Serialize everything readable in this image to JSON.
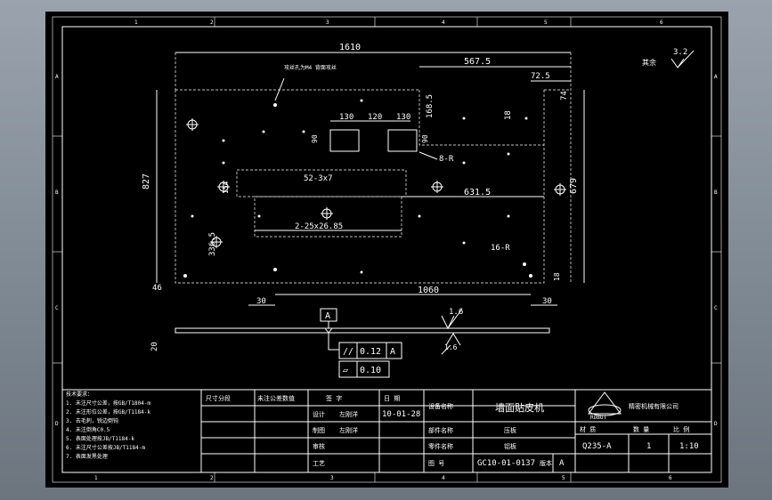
{
  "colors": {
    "background": "#000000",
    "lines": "#ffffff",
    "accent_text": "#ffff66",
    "frame_bg": "#8a939c"
  },
  "grid_columns": [
    "1",
    "2",
    "3",
    "4",
    "5",
    "6"
  ],
  "grid_rows": [
    "A",
    "B",
    "C",
    "D"
  ],
  "roughness": {
    "label": "其余",
    "value": "3.2"
  },
  "dimensions": {
    "overall_width": "1610",
    "d567": "567.5",
    "d72": "72.5",
    "d74": "74",
    "d18a": "18",
    "d168": "168.5",
    "d130a": "130",
    "d120": "120",
    "d130b": "130",
    "d90a": "90",
    "d90b": "90",
    "holes_8": "8-R",
    "overall_height": "827",
    "d679": "679",
    "slots_52": "52-3x7",
    "d154": "154",
    "d631": "631.5",
    "slots_2": "2-25x26.85",
    "d336": "336.5",
    "holes_16": "16-R",
    "d18b": "18",
    "d46": "46",
    "d1060": "1060",
    "d30a": "30",
    "d30b": "30",
    "d20": "20",
    "d16": "1.6",
    "d16b": "1.6"
  },
  "note_holes": "攻丝孔为M4\n背面攻丝",
  "datum": "A",
  "tolerances": [
    {
      "symbol": "//",
      "value": "0.12",
      "datum": "A"
    },
    {
      "symbol": "▱",
      "value": "0.10",
      "datum": ""
    }
  ],
  "tech_notes": [
    "技术要求：",
    "1. 未注尺寸公差，按GB/T1804-m",
    "2. 未注形位公差，按GB/T1184-k",
    "3. 去毛刺，锐边倒钝",
    "4. 未注倒角C0.5",
    "5. 表面处理按JB/T1184-k",
    "6. 未注尺寸公差按JB/T1184-m",
    "7. 表面发黑处理"
  ],
  "title_block": {
    "col_size_range": "尺寸分段",
    "col_tolerance": "未注公差数值",
    "sign_header": "签 字",
    "date_header": "日 期",
    "design": "设计",
    "design_name": "左刚洋",
    "date": "10-01-28",
    "drawing": "制图",
    "drawing_name": "左刚洋",
    "review": "审核",
    "approve": "工艺",
    "equipment_label": "设备名称",
    "product_name": "墙面贴皮机",
    "part_label": "部件名称",
    "part_value": "压板",
    "part_type_label": "零件名称",
    "part_type": "铝板",
    "number_label": "图 号",
    "drawing_number": "GC10-01-0137",
    "version_label": "版本",
    "version": "A",
    "material_label": "材 质",
    "material": "Q235-A",
    "qty_label": "数 量",
    "qty": "1",
    "scale_label": "比 例",
    "scale": "1:10",
    "company": "精密机械有限公司",
    "logo_text": "ROBOT"
  }
}
